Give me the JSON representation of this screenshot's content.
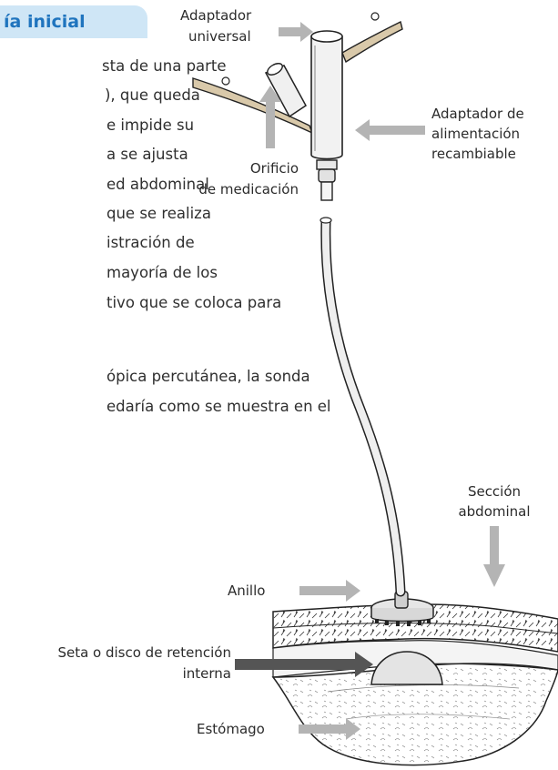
{
  "header": {
    "title": "ía inicial"
  },
  "paragraph": {
    "lines": [
      "sta de una parte",
      "), que queda",
      "e impide su",
      "a se ajusta",
      "ed abdominal",
      "que se realiza",
      "istración de",
      "mayoría de los",
      "tivo que se coloca para",
      "",
      "ópica percutánea, la sonda",
      "edaría como se muestra en el"
    ]
  },
  "labels": {
    "adapter_universal_1": "Adaptador",
    "adapter_universal_2": "universal",
    "adapter_feeding_1": "Adaptador de",
    "adapter_feeding_2": "alimentación",
    "adapter_feeding_3": "recambiable",
    "med_port_1": "Orificio",
    "med_port_2": "de medicación",
    "abdominal_1": "Sección",
    "abdominal_2": "abdominal",
    "ring": "Anillo",
    "retention_1": "Seta o disco de retención",
    "retention_2": "interna",
    "stomach": "Estómago"
  },
  "colors": {
    "header_bg": "#cfe6f6",
    "header_text": "#1f74be",
    "arrow_light": "#b4b4b4",
    "arrow_dark": "#555555"
  }
}
